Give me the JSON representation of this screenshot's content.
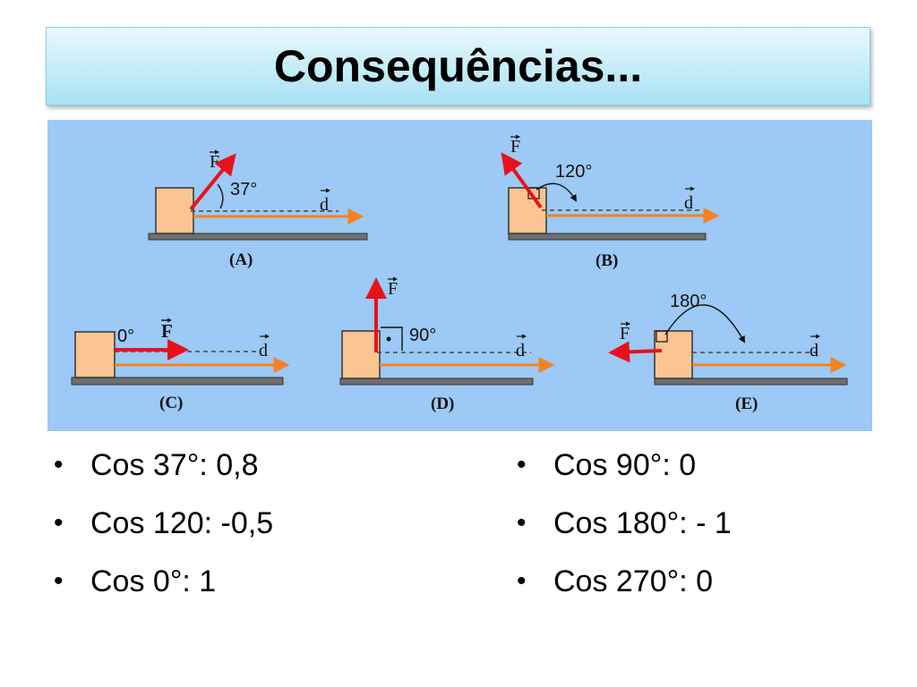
{
  "slide": {
    "title": "Consequências..."
  },
  "figure": {
    "colors": {
      "background": "#9cc9f5",
      "block": "#fbc591",
      "force_arrow": "#e8111b",
      "displacement_arrow": "#f5821f",
      "ground": "#6f6f6f"
    },
    "panels": [
      {
        "label": "(A)",
        "angle_label": "37°",
        "force_label": "F",
        "displacement_label": "d"
      },
      {
        "label": "(B)",
        "angle_label": "120°",
        "force_label": "F",
        "displacement_label": "d"
      },
      {
        "label": "(C)",
        "angle_label": "0°",
        "force_label": "F",
        "displacement_label": "d"
      },
      {
        "label": "(D)",
        "angle_label": "90°",
        "force_label": "F",
        "displacement_label": "d"
      },
      {
        "label": "(E)",
        "angle_label": "180°",
        "force_label": "F",
        "displacement_label": "d"
      }
    ]
  },
  "bullets": {
    "left": [
      "Cos 37°: 0,8",
      "Cos 120: -0,5",
      "Cos 0°: 1"
    ],
    "right": [
      "Cos 90°: 0",
      "Cos 180°: - 1",
      "Cos 270°: 0"
    ]
  }
}
